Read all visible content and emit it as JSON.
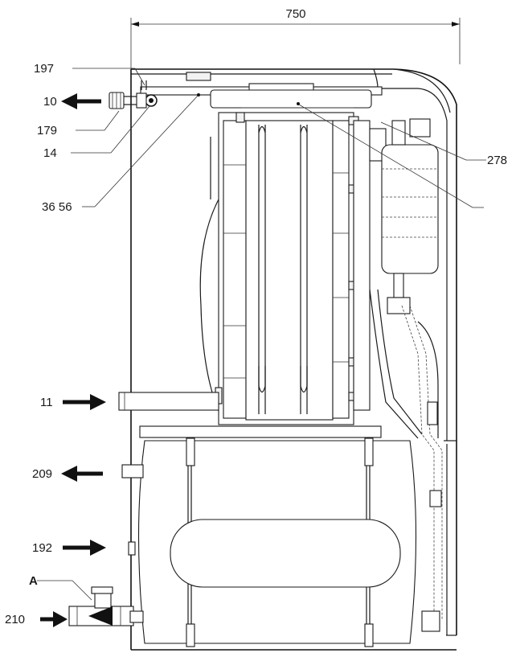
{
  "dimension": {
    "width_label": "750"
  },
  "labels": {
    "l197": "197",
    "l10": "10",
    "l179": "179",
    "l14": "14",
    "l3656": "36 56",
    "l278": "278",
    "l11": "11",
    "l209": "209",
    "l192": "192",
    "lA": "A",
    "l210": "210"
  }
}
